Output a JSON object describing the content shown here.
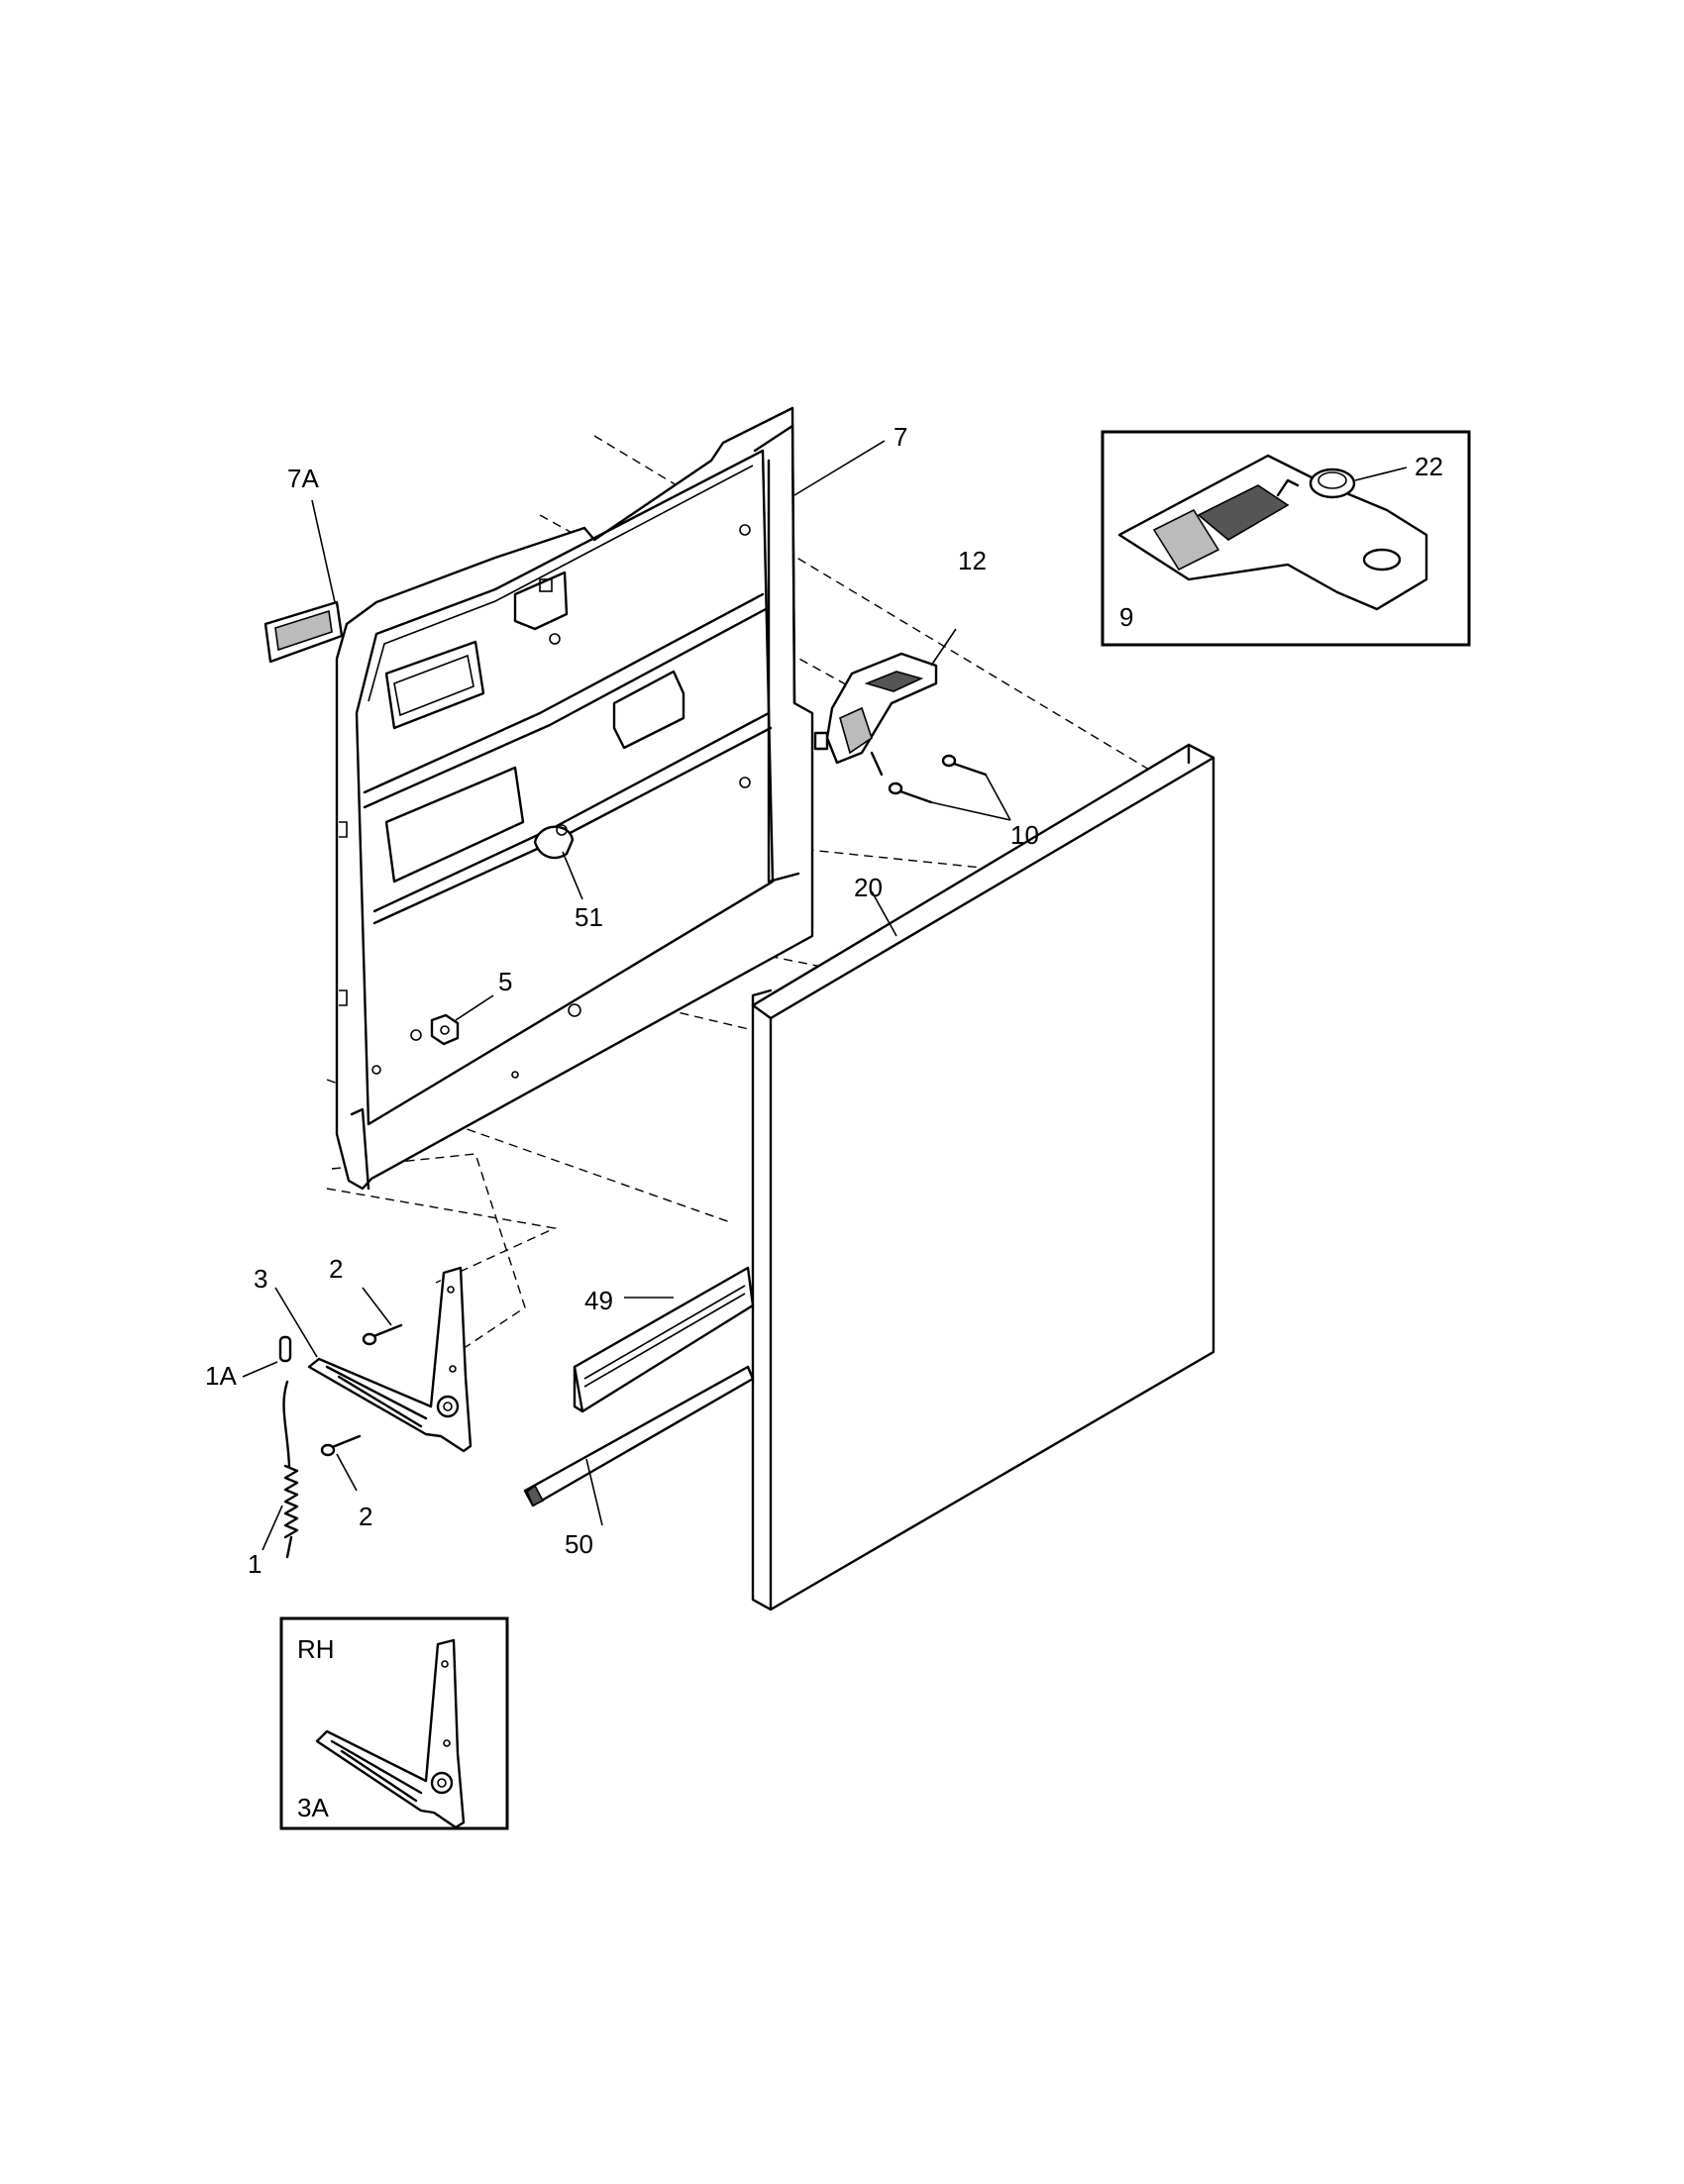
{
  "callouts": {
    "c7": "7",
    "c7A": "7A",
    "c12": "12",
    "c10": "10",
    "c51": "51",
    "c5": "5",
    "c20": "20",
    "c22": "22",
    "c9": "9",
    "c3": "3",
    "c2a": "2",
    "c2b": "2",
    "c1A": "1A",
    "c1": "1",
    "c49": "49",
    "c50": "50",
    "cRH": "RH",
    "c3A": "3A"
  }
}
